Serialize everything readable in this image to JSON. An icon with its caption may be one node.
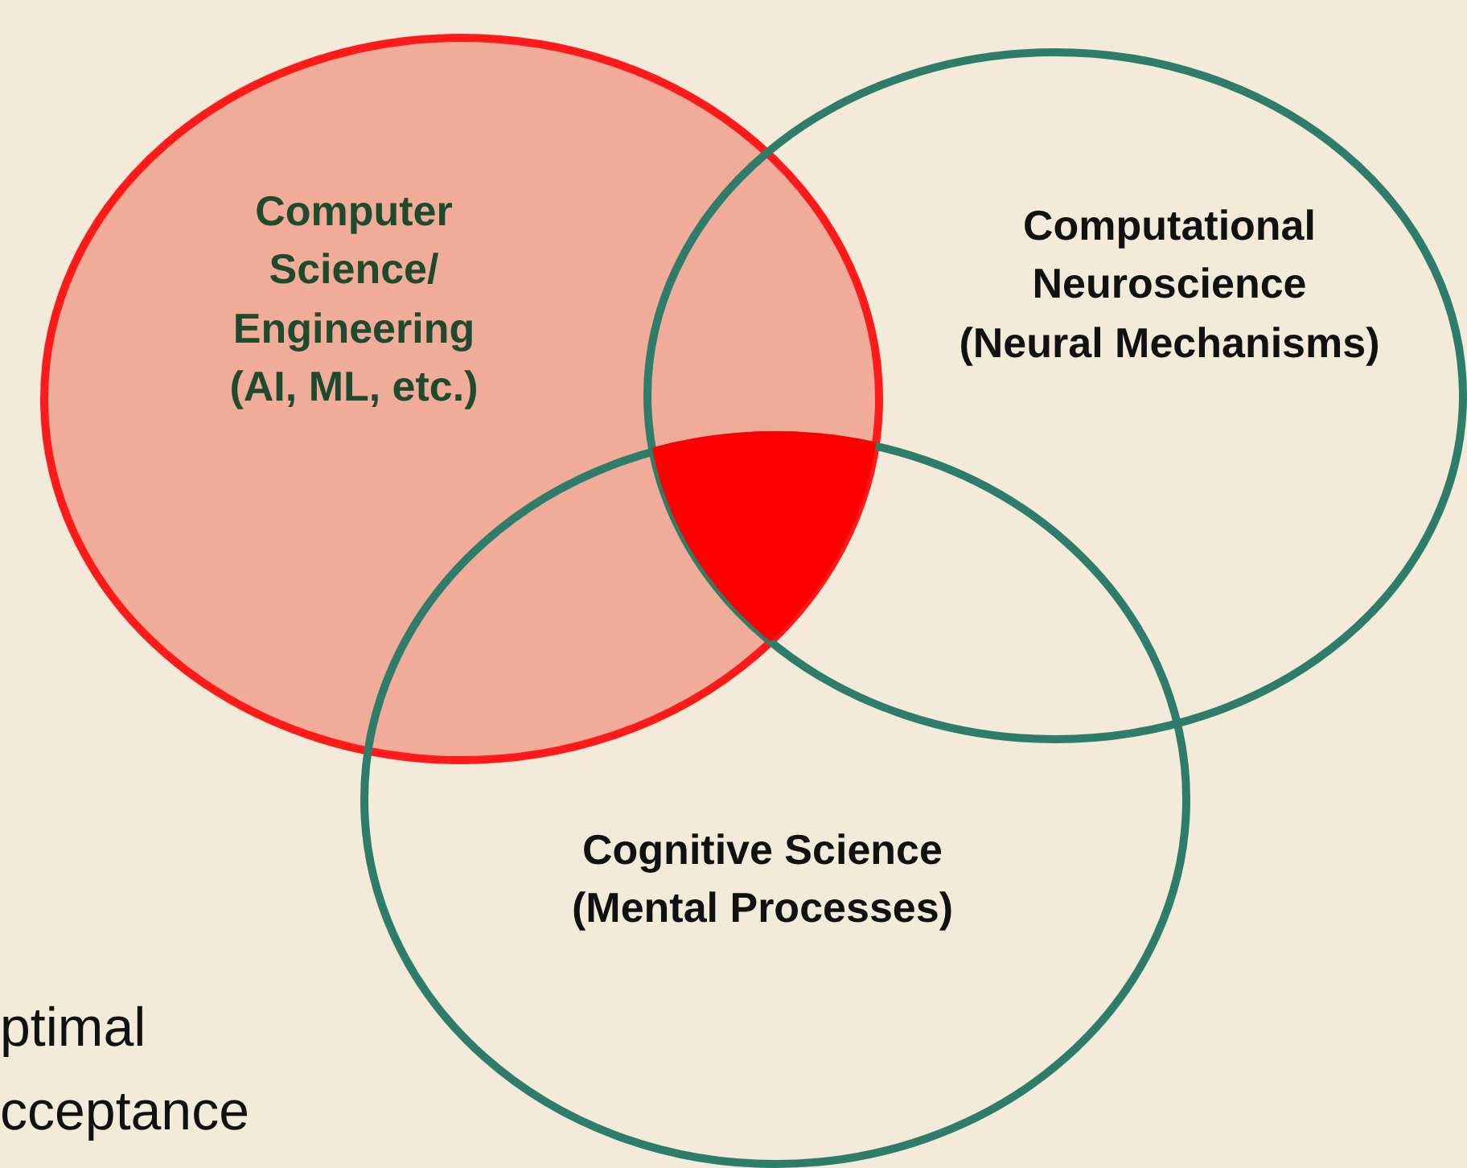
{
  "diagram": {
    "nodes": [
      {
        "text": [
          "Computer Science/ Engineering",
          "(AI, ML, etc.)"
        ]
      },
      {
        "text": [
          "Computational Neuroscience",
          "(Neural Mechanisms)"
        ]
      },
      {
        "text": [
          "Cognitive Science",
          "(Mental Processes)"
        ]
      },
      {
        "text": [],
        "shape": "triangle"
      }
    ],
    "labels": [
      "ptimal",
      "cceptance"
    ]
  }
}
